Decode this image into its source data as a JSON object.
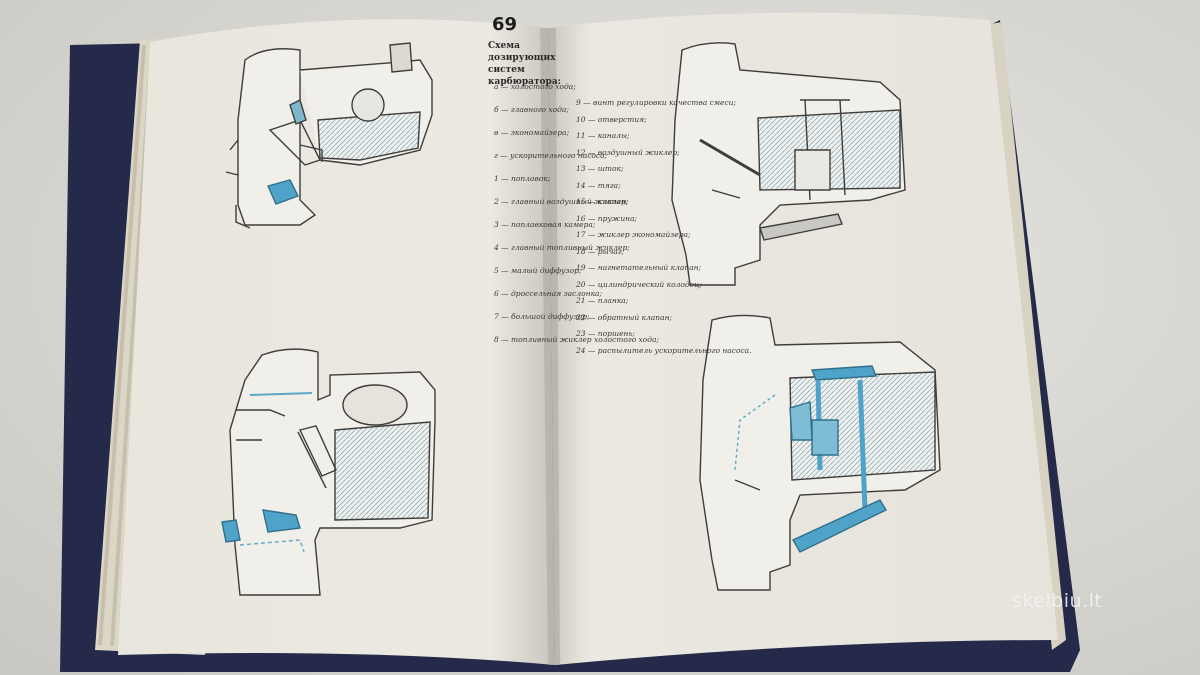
{
  "left_page": {
    "page_number": "69",
    "caption_title": "Схема дозирующих систем карбюратора:",
    "legend": [
      "а — холостого хода;",
      "б — главного хода;",
      "в — экономайзера;",
      "г — ускорительного насоса;",
      "1 — поплавок;",
      "2 — главный воздушный жиклер;",
      "3 — поплавковая камера;",
      "4 — главный топливный жиклер;",
      "5 — малый диффузор;",
      "6 — дроссельная заслонка;",
      "7 — большой диффузор;",
      "8 — топливный жиклер холостого хода;"
    ]
  },
  "right_page": {
    "legend": [
      "9 — винт регулировки качества смеси;",
      "10 — отверстия;",
      "11 — каналы;",
      "12 — воздушный жиклер;",
      "13 — шток;",
      "14 — тяга;",
      "15 — клапан;",
      "16 — пружина;",
      "17 — жиклер экономайзера;",
      "18 — рычаг;",
      "19 — нагнетательный клапан;",
      "20 — цилиндрический колодец;",
      "21 — планка;",
      "22 — обратный клапан;",
      "23 — поршень;",
      "24 — распылитель ускорительного насоса."
    ]
  },
  "watermark": "skelbiu.lt"
}
